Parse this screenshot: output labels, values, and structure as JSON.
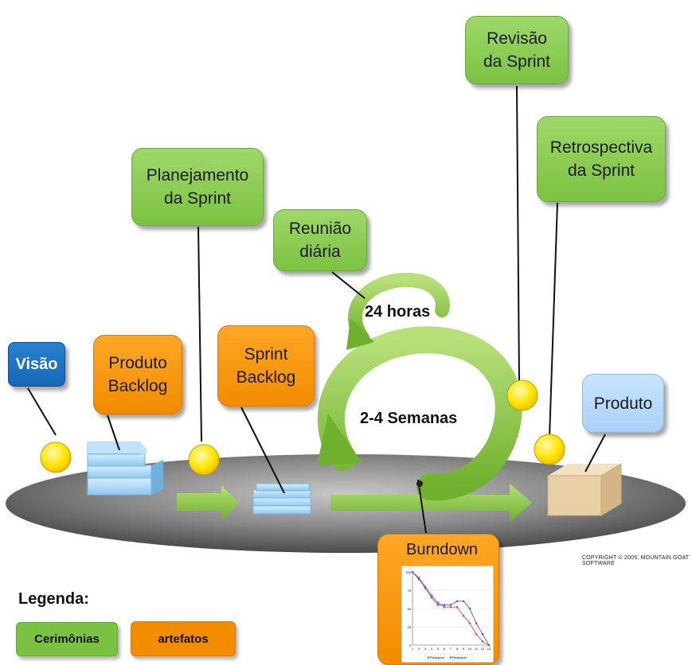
{
  "boxes": {
    "visao": "Visão",
    "produto_backlog": [
      "Produto",
      "Backlog"
    ],
    "planejamento": [
      "Planejamento",
      "da Sprint"
    ],
    "sprint_backlog": [
      "Sprint",
      "Backlog"
    ],
    "reuniao": [
      "Reunião",
      "diária"
    ],
    "revisao": [
      "Revisão",
      "da Sprint"
    ],
    "retrospectiva": [
      "Retrospectiva",
      "da Sprint"
    ],
    "produto": "Produto",
    "burndown": "Burndown"
  },
  "cycle_labels": {
    "daily": "24 horas",
    "sprint": "2-4 Semanas"
  },
  "legend": {
    "title": "Legenda:",
    "ceremonies": "Cerimônias",
    "artifacts": "artefatos"
  },
  "copyright": "COPYRIGHT © 2005, MOUNTAIN GOAT SOFTWARE",
  "colors": {
    "ceremony": "#7cc242",
    "artifact": "#f28c00",
    "vision": "#1767b6",
    "product": "#a9d1f7",
    "platform": "#777777",
    "arrow": "#7cc242",
    "marker": "#ffe600"
  },
  "chart_data": {
    "type": "line",
    "x": [
      1,
      2,
      3,
      4,
      5,
      6,
      7,
      8,
      9,
      10,
      11,
      12,
      13
    ],
    "ylim": [
      0,
      100
    ],
    "yticks": [
      0,
      25,
      50,
      75,
      100
    ],
    "series": [
      {
        "name": "Planejado",
        "values": [
          100,
          92,
          80,
          68,
          58,
          52,
          52,
          52,
          40,
          30,
          15,
          5,
          0
        ]
      },
      {
        "name": "Realizado",
        "values": [
          100,
          90,
          78,
          65,
          55,
          55,
          55,
          60,
          60,
          50,
          30,
          15,
          0
        ]
      }
    ]
  }
}
